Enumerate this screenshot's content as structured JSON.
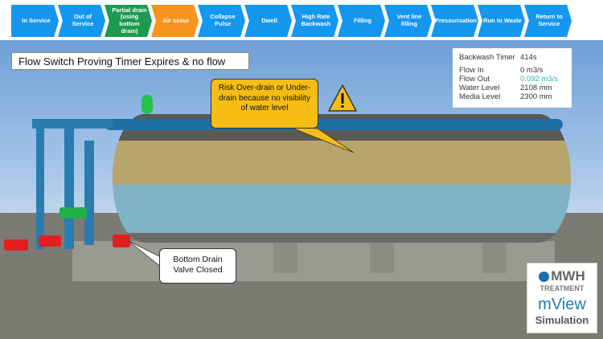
{
  "steps": [
    {
      "label": "In Service",
      "color": "#1597f0"
    },
    {
      "label": "Out of Service",
      "color": "#1597f0"
    },
    {
      "label": "Partial drain (using bottom drain)",
      "color": "#1e9a4e"
    },
    {
      "label": "Air scour",
      "color": "#f7941d"
    },
    {
      "label": "Collapse Pulse",
      "color": "#1597f0"
    },
    {
      "label": "Dwell",
      "color": "#1597f0"
    },
    {
      "label": "High Rate Backwash",
      "color": "#1597f0"
    },
    {
      "label": "Filling",
      "color": "#1597f0"
    },
    {
      "label": "Vent line filling",
      "color": "#1597f0"
    },
    {
      "label": "Pressurisation",
      "color": "#1597f0"
    },
    {
      "label": "Run to Waste",
      "color": "#1597f0"
    },
    {
      "label": "Return to Service",
      "color": "#1597f0"
    }
  ],
  "title": "Flow Switch Proving Timer Expires & no flow",
  "info": {
    "backwash_timer": {
      "label": "Backwash Timer",
      "value": "414s"
    },
    "flow_in": {
      "label": "Flow In",
      "value": "0 m3/s"
    },
    "flow_out": {
      "label": "Flow Out",
      "value": "0.092 m3/s",
      "color": "#2bb5b0"
    },
    "water_level": {
      "label": "Water Level",
      "value": "2108 mm"
    },
    "media_level": {
      "label": "Media Level",
      "value": "2300 mm"
    }
  },
  "callouts": {
    "risk": "Risk Over-drain or Under-drain because no visibility of water level",
    "valve": "Bottom Drain Valve Closed"
  },
  "icons": {
    "warning": "warning-triangle-icon"
  },
  "logo": {
    "brand": "MWH",
    "sub": "TREATMENT",
    "product": "mView",
    "product_sub": "Simulation"
  }
}
